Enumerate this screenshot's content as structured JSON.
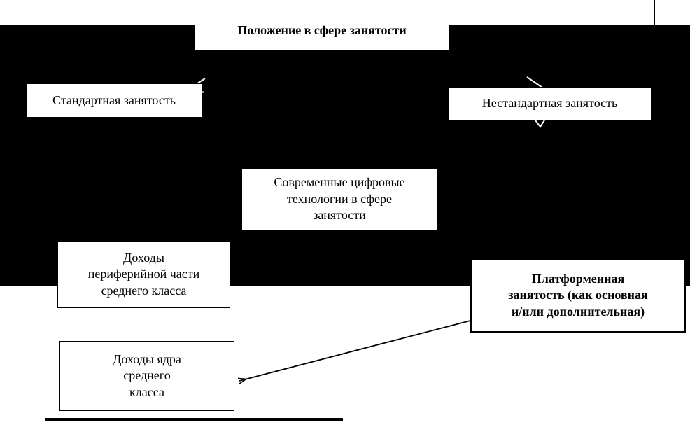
{
  "diagram": {
    "title": "Положение в сфере занятости",
    "boxes": {
      "standard": "Стандартная занятость",
      "nonstandard": "Нестандартная занятость",
      "tech": "Современные цифровые\nтехнологии в сфере\nзанятости",
      "periphery": "Доходы\nпериферийной части\nсреднего класса",
      "platform": "Платформенная\nзанятость (как основная\nи/или дополнительная)",
      "core": "Доходы ядра\nсреднего\nкласса"
    },
    "colors": {
      "background_block": "#000000",
      "box_background": "#ffffff",
      "line_color": "#000000",
      "reversed_arrow_color": "#ffffff"
    }
  }
}
